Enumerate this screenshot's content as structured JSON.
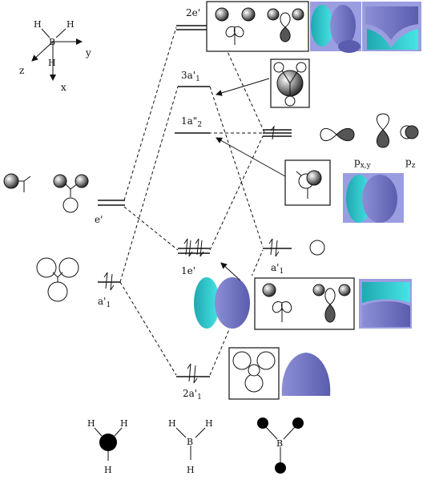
{
  "axes": {
    "x": "x",
    "y": "y",
    "z": "z",
    "atoms": [
      "H",
      "H",
      "H",
      "B"
    ]
  },
  "levels": {
    "two_e_prime": "2e'",
    "three_a1_prime": "3a'",
    "three_a1_prime_sub": "1",
    "one_a2_dprime": "1a\"",
    "one_a2_dprime_sub": "2",
    "one_e_prime": "1e'",
    "two_a1_prime": "2a'",
    "two_a1_prime_sub": "1",
    "left_e_prime": "e'",
    "left_a1_prime": "a'",
    "left_a1_prime_sub": "1",
    "right_a1_prime": "a'",
    "right_a1_prime_sub": "1"
  },
  "orbital_labels": {
    "pxy": "p",
    "pxy_sub": "x,y",
    "pz": "p",
    "pz_sub": "z"
  },
  "bottom": {
    "h3_left": [
      "H",
      "H",
      "H"
    ],
    "bh3_center": [
      "H",
      "H",
      "B",
      "H"
    ]
  },
  "colors": {
    "cyan": "#2fd3d3",
    "violet": "#7e80c8",
    "violet_dark": "#4c4e99",
    "bg_blue": "#9a9ee0"
  }
}
